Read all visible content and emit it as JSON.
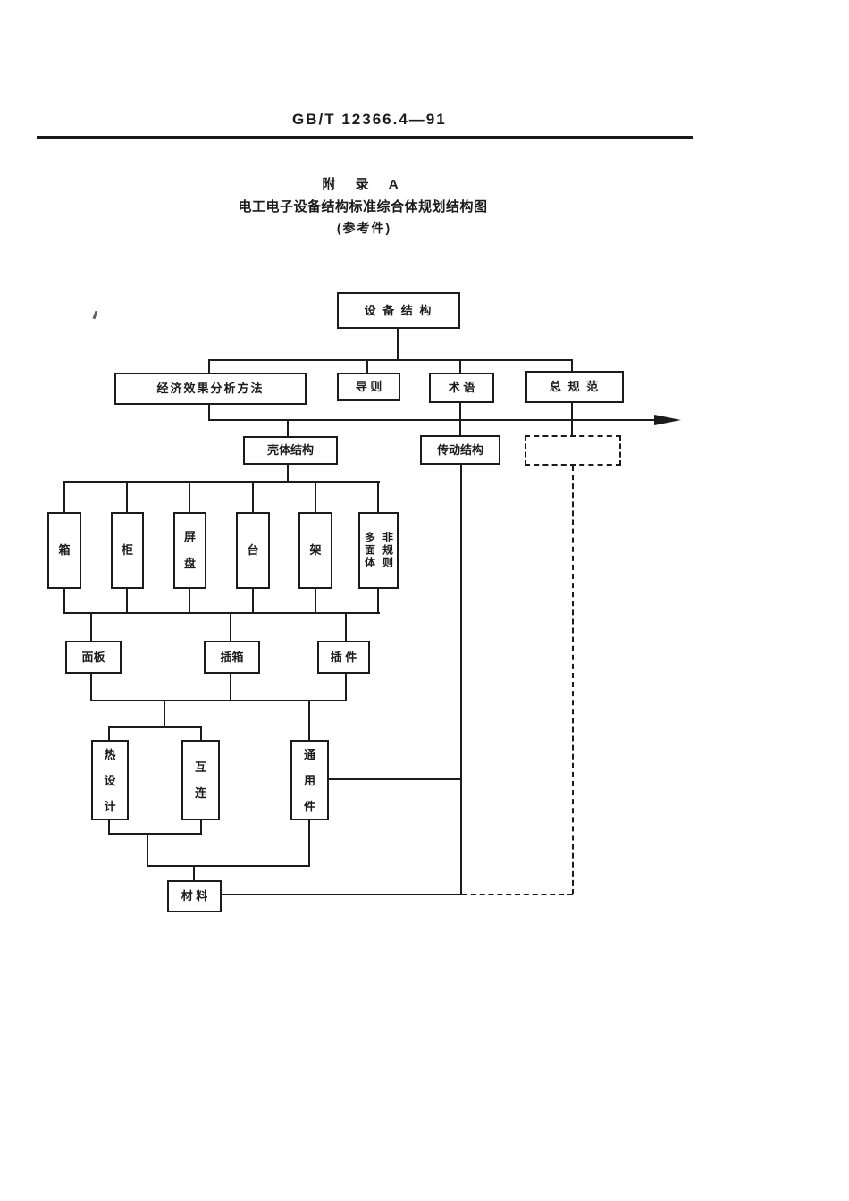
{
  "page": {
    "standard_no": "GB/T 12366.4—91",
    "appendix_label": "附 录 A",
    "title": "电工电子设备结构标准综合体规划结构图",
    "subtitle": "(参考件)"
  },
  "colors": {
    "ink": "#1b1b1b",
    "paper": "#ffffff"
  },
  "chart_data": {
    "type": "diagram",
    "title": "电工电子设备结构标准综合体规划结构图",
    "nodes": {
      "equipment": "设 备 结 构",
      "economic_analysis": "经济效果分析方法",
      "guidelines": "导  则",
      "terminology": "术  语",
      "general_spec": "总 规 范",
      "shell_structure": "壳体结构",
      "transmission_structure": "传动结构",
      "future_placeholder": "",
      "box": "箱",
      "cabinet": "柜",
      "panel_plate": "屏\n盘",
      "console": "台",
      "rack": "架",
      "irregular_polyhedron": "非规则\n多面体",
      "front_panel": "面板",
      "plug_in_box": "插箱",
      "plug_in_unit": "插 件",
      "thermal_design": "热\n设\n计",
      "interconnection": "互\n连",
      "common_parts": "通\n用\n件",
      "materials": "材 料"
    },
    "edges": [
      {
        "from": "equipment",
        "to": "economic_analysis",
        "style": "solid"
      },
      {
        "from": "equipment",
        "to": "guidelines",
        "style": "solid"
      },
      {
        "from": "equipment",
        "to": "terminology",
        "style": "solid"
      },
      {
        "from": "equipment",
        "to": "general_spec",
        "style": "solid"
      },
      {
        "from": "economic_analysis",
        "to": "arrow_axis",
        "style": "solid-arrow-right"
      },
      {
        "from": "arrow_axis",
        "to": "shell_structure",
        "style": "solid"
      },
      {
        "from": "terminology",
        "to": "transmission_structure",
        "style": "solid"
      },
      {
        "from": "general_spec",
        "to": "future_placeholder",
        "style": "solid"
      },
      {
        "from": "shell_structure",
        "to": "box",
        "style": "solid"
      },
      {
        "from": "shell_structure",
        "to": "cabinet",
        "style": "solid"
      },
      {
        "from": "shell_structure",
        "to": "panel_plate",
        "style": "solid"
      },
      {
        "from": "shell_structure",
        "to": "console",
        "style": "solid"
      },
      {
        "from": "shell_structure",
        "to": "rack",
        "style": "solid"
      },
      {
        "from": "shell_structure",
        "to": "irregular_polyhedron",
        "style": "solid"
      },
      {
        "from": "shell_children_bus",
        "to": "front_panel",
        "style": "solid"
      },
      {
        "from": "shell_children_bus",
        "to": "plug_in_box",
        "style": "solid"
      },
      {
        "from": "shell_children_bus",
        "to": "plug_in_unit",
        "style": "solid"
      },
      {
        "from": "panel_bus",
        "to": "thermal_design",
        "style": "solid"
      },
      {
        "from": "panel_bus",
        "to": "interconnection",
        "style": "solid"
      },
      {
        "from": "panel_bus",
        "to": "common_parts",
        "style": "solid"
      },
      {
        "from": "thermal_design",
        "to": "materials",
        "style": "solid"
      },
      {
        "from": "interconnection",
        "to": "materials",
        "style": "solid"
      },
      {
        "from": "common_parts",
        "to": "materials",
        "style": "solid"
      },
      {
        "from": "common_parts",
        "to": "transmission_structure",
        "style": "solid"
      },
      {
        "from": "materials",
        "to": "transmission_structure",
        "style": "solid"
      },
      {
        "from": "materials",
        "to": "future_placeholder",
        "style": "dashed"
      }
    ]
  }
}
